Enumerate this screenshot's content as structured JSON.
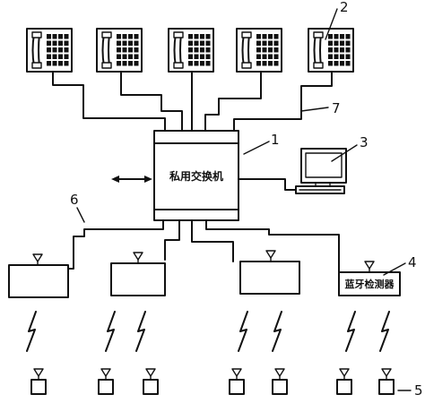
{
  "pbx": {
    "label": "私用交换机"
  },
  "detector": {
    "label": "蓝牙检测器"
  },
  "callouts": {
    "c1": "1",
    "c2": "2",
    "c3": "3",
    "c4": "4",
    "c5": "5",
    "c6": "6",
    "c7": "7"
  },
  "icons": {
    "telephone": "telephone-icon",
    "computer": "computer-icon",
    "antenna": "antenna-icon",
    "lightning": "wireless-signal-icon",
    "handset": "bluetooth-handset-icon"
  }
}
